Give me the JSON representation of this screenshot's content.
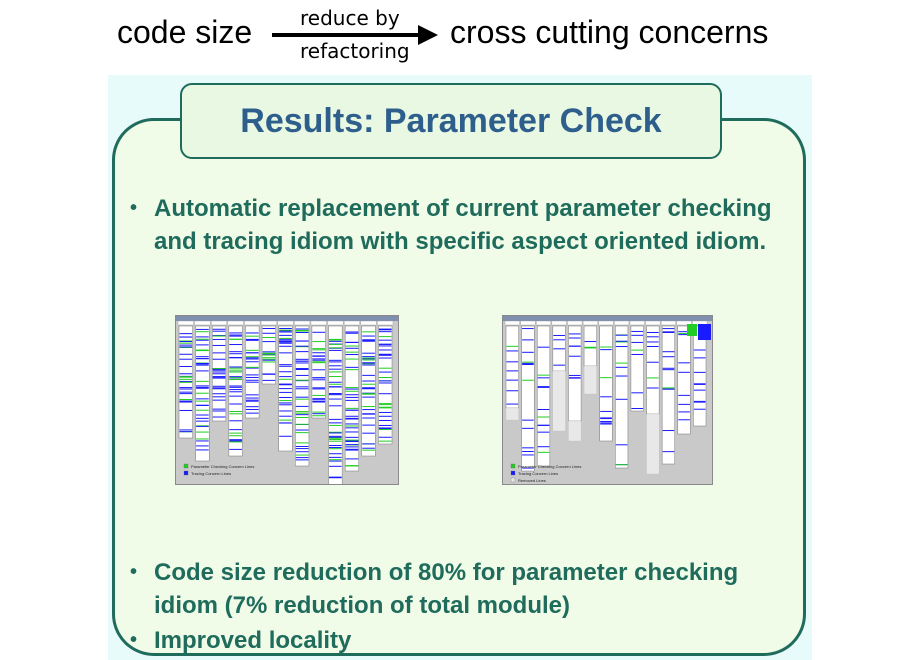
{
  "header": {
    "left_text": "code size",
    "arrow_top": "reduce by",
    "arrow_bottom": "refactoring",
    "right_text": "cross cutting concerns"
  },
  "title": "Results: Parameter Check",
  "bullets": [
    "Automatic replacement of current parameter checking and tracing idiom with specific aspect oriented idiom.",
    "Code size reduction of 80% for parameter checking idiom (7% reduction of total module)",
    "Improved locality"
  ],
  "screenshots": {
    "left": {
      "legend": [
        "Parameter Checking Concern Lines",
        "Tracing Concern Lines"
      ],
      "legend_colors": [
        "#22cc22",
        "#1a1aff"
      ],
      "column_count": 13
    },
    "right": {
      "legend": [
        "Parameter Checking Concern Lines",
        "Tracing Concern Lines",
        "Removed Lines"
      ],
      "legend_colors": [
        "#22cc22",
        "#1a1aff",
        "#e8e8e8"
      ],
      "column_count": 13
    }
  },
  "colors": {
    "accent": "#1f6b5c",
    "title": "#2e5f8c",
    "panel": "#f0fbe8",
    "slide_bg": "#e8fbfb"
  }
}
